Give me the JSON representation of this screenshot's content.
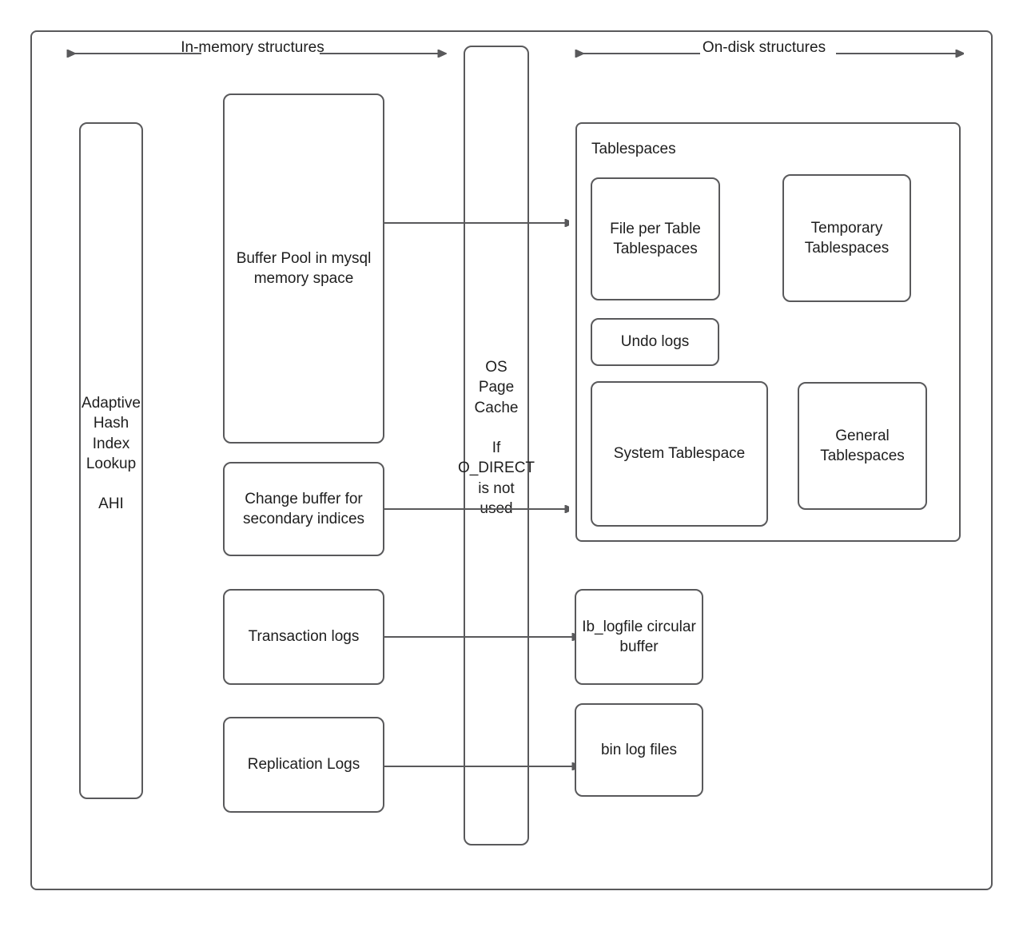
{
  "diagram": {
    "title": "MySQL InnoDB in-memory and on-disk structures",
    "accent_color": "#59595b",
    "background_color": "#ffffff",
    "text_color": "#1e1e1e"
  },
  "headers": {
    "in_memory": "In-memory structures",
    "on_disk": "On-disk structures"
  },
  "in_memory": {
    "ahi": "Adaptive\nHash\nIndex\nLookup\n\nAHI",
    "buffer_pool": "Buffer Pool in mysql memory space",
    "change_buffer": "Change buffer for secondary indices",
    "transaction_logs": "Transaction logs",
    "replication_logs": "Replication Logs"
  },
  "middle": {
    "os_page_cache": "OS\nPage\nCache\n\nIf\nO_DIRECT\nis not\nused"
  },
  "on_disk": {
    "tablespaces_title": "Tablespaces",
    "file_per_table": "File per Table Tablespaces",
    "temporary_tablespaces": "Temporary Tablespaces",
    "undo_logs": "Undo logs",
    "system_tablespace": "System Tablespace",
    "general_tablespaces": "General Tablespaces",
    "ib_logfile": "Ib_logfile circular buffer",
    "bin_log_files": "bin log files"
  },
  "connections": [
    {
      "from": "buffer_pool",
      "to": "file_per_table"
    },
    {
      "from": "change_buffer",
      "to": "system_tablespace"
    },
    {
      "from": "transaction_logs",
      "to": "ib_logfile"
    },
    {
      "from": "replication_logs",
      "to": "bin_log_files"
    }
  ]
}
